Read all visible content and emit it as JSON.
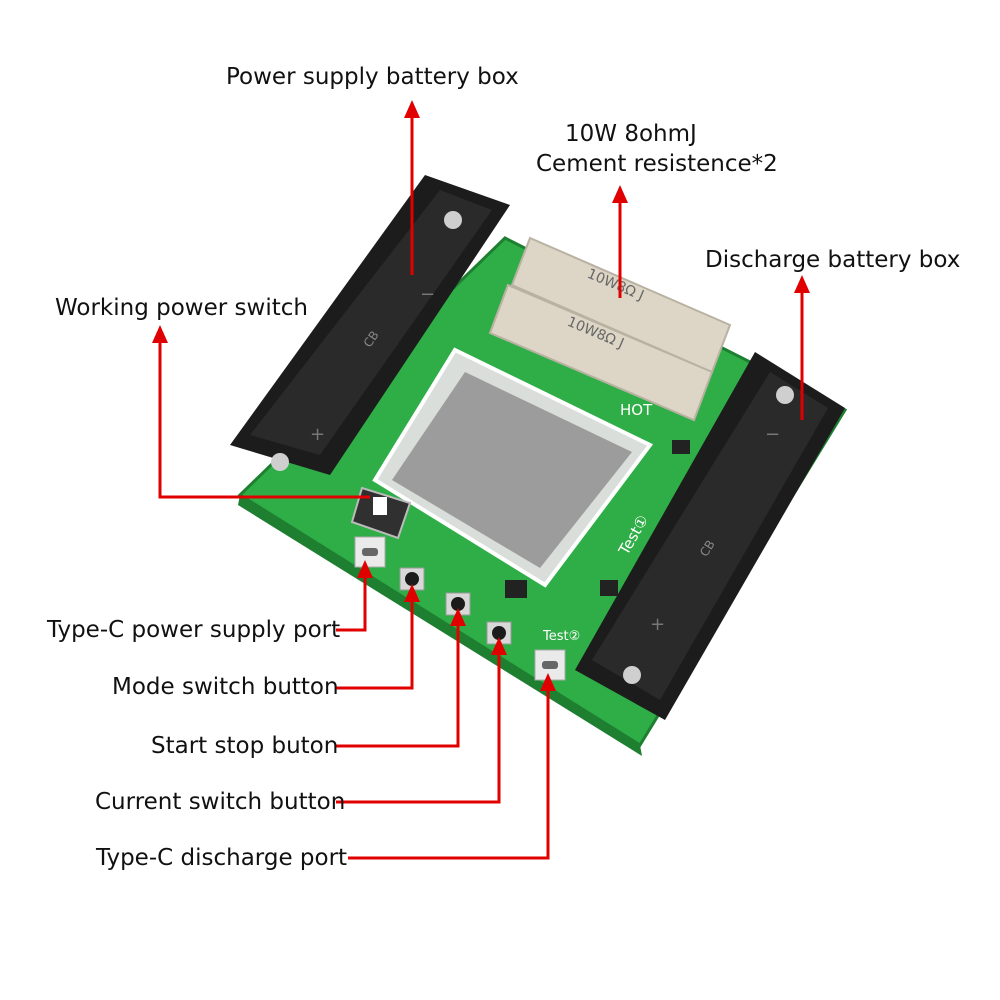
{
  "colors": {
    "arrow": "#e00000",
    "pcb": "#2fae47",
    "pcb_dark": "#1e7f31",
    "holder": "#1c1c1c",
    "resistor": "#ddd6c6",
    "lcd": "#9c9c9c",
    "background": "#ffffff"
  },
  "labels": {
    "power_supply_battery_box": "Power supply battery box",
    "resistor_line1": "10W 8ohmJ",
    "resistor_line2": "Cement resistence*2",
    "discharge_battery_box": "Discharge battery box",
    "working_power_switch": "Working power switch",
    "typec_power_port": "Type-C power supply port",
    "mode_switch_button": "Mode switch button",
    "start_stop_button": "Start stop buton",
    "current_switch_button": "Current switch button",
    "typec_discharge_port": "Type-C discharge port"
  },
  "board_print": {
    "resistor_code": "10W8Ω J",
    "hot": "HOT",
    "test1": "Test①",
    "test2": "Test②",
    "cb": "CB",
    "plus": "+",
    "minus": "−"
  },
  "icons": [
    "arrow-up-icon",
    "battery-holder",
    "resistor",
    "lcd-screen",
    "slide-switch",
    "push-button",
    "usb-c-port"
  ]
}
